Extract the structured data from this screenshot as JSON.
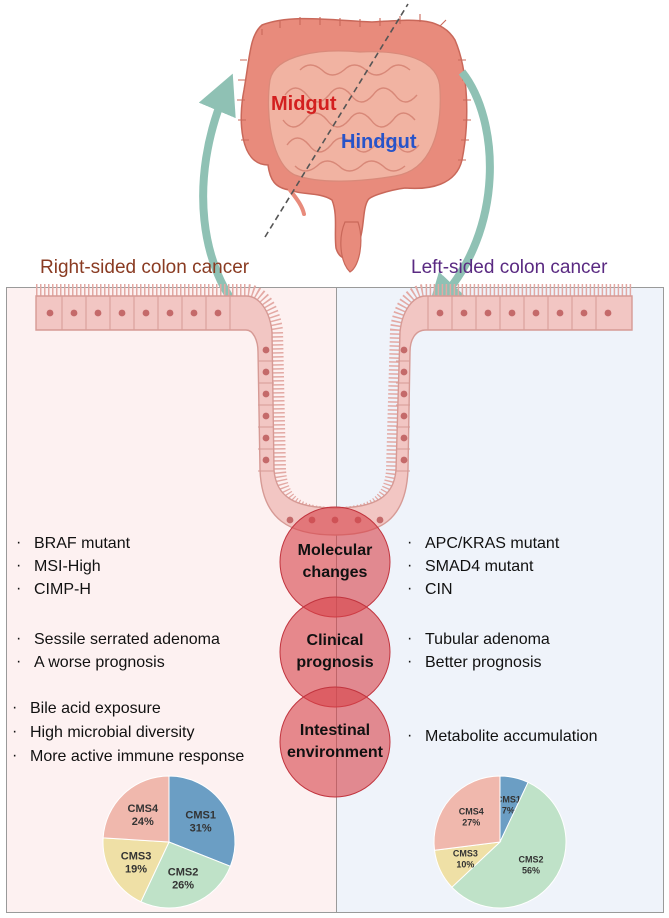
{
  "diagram": {
    "regions": {
      "midgut": "Midgut",
      "hindgut": "Hindgut"
    },
    "right_side": {
      "heading": "Right-sided colon cancer",
      "molecular": [
        "BRAF mutant",
        "MSI-High",
        "CIMP-H"
      ],
      "clinical": [
        "Sessile serrated adenoma",
        "A worse prognosis"
      ],
      "environment": [
        "Bile acid exposure",
        "High microbial diversity",
        "More active immune response"
      ]
    },
    "left_side": {
      "heading": "Left-sided colon cancer",
      "molecular": [
        "APC/KRAS mutant",
        "SMAD4 mutant",
        "CIN"
      ],
      "clinical": [
        "Tubular adenoma",
        "Better prognosis"
      ],
      "environment": [
        "Metabolite accumulation"
      ]
    },
    "center_circles": [
      {
        "line1": "Molecular",
        "line2": "changes"
      },
      {
        "line1": "Clinical",
        "line2": "prognosis"
      },
      {
        "line1": "Intestinal",
        "line2": "environment"
      }
    ]
  },
  "chart_data": [
    {
      "type": "pie",
      "slices": [
        {
          "label": "CMS1",
          "pct_label": "31%",
          "value": 31,
          "color": "#6b9ec4"
        },
        {
          "label": "CMS2",
          "pct_label": "26%",
          "value": 26,
          "color": "#bfe2c8"
        },
        {
          "label": "CMS3",
          "pct_label": "19%",
          "value": 19,
          "color": "#efe0a6"
        },
        {
          "label": "CMS4",
          "pct_label": "24%",
          "value": 24,
          "color": "#f0b8ad"
        }
      ]
    },
    {
      "type": "pie",
      "slices": [
        {
          "label": "CMS1",
          "pct_label": "7%",
          "value": 7,
          "color": "#6b9ec4"
        },
        {
          "label": "CMS2",
          "pct_label": "56%",
          "value": 56,
          "color": "#bfe2c8"
        },
        {
          "label": "CMS3",
          "pct_label": "10%",
          "value": 10,
          "color": "#efe0a6"
        },
        {
          "label": "CMS4",
          "pct_label": "27%",
          "value": 27,
          "color": "#f0b8ad"
        }
      ]
    }
  ]
}
